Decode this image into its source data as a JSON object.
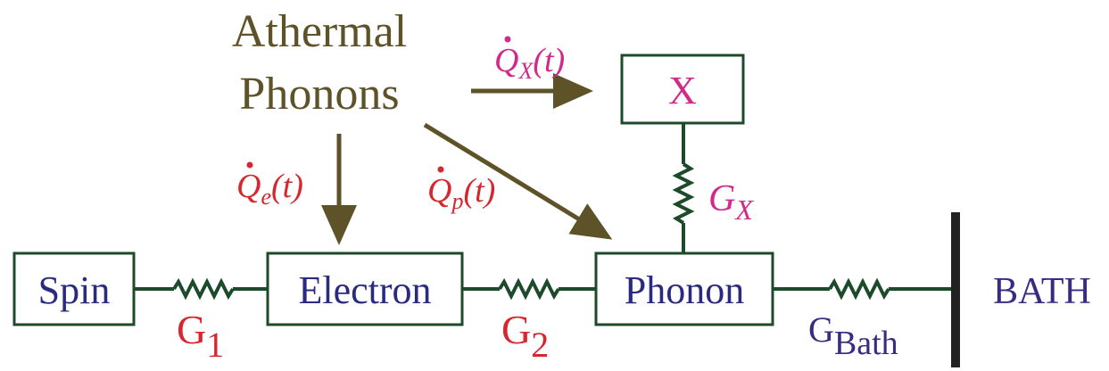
{
  "source": {
    "line1": "Athermal",
    "line2": "Phonons"
  },
  "nodes": {
    "spin": "Spin",
    "electron": "Electron",
    "phonon": "Phonon",
    "x": "X",
    "bath": "BATH"
  },
  "conductances": {
    "g1": {
      "base": "G",
      "sub": "1"
    },
    "g2": {
      "base": "G",
      "sub": "2"
    },
    "gx": {
      "base": "G",
      "sub": "X"
    },
    "gbath": {
      "base": "G",
      "sub": "Bath"
    }
  },
  "heat_flows": {
    "qe": {
      "base": "Q",
      "sub": "e",
      "arg": "(t)"
    },
    "qp": {
      "base": "Q",
      "sub": "p",
      "arg": "(t)"
    },
    "qx": {
      "base": "Q",
      "sub": "X",
      "arg": "(t)"
    }
  },
  "colors": {
    "wire": "#1d4a2a",
    "box_border": "#1d4a2a",
    "node_text": "#2a2a80",
    "source_text": "#5e5228",
    "arrow": "#5e5228",
    "red_label": "#d8262e",
    "magenta_label": "#d02a8a",
    "bath_label": "#3a2a80",
    "bath_bar": "#222222"
  }
}
